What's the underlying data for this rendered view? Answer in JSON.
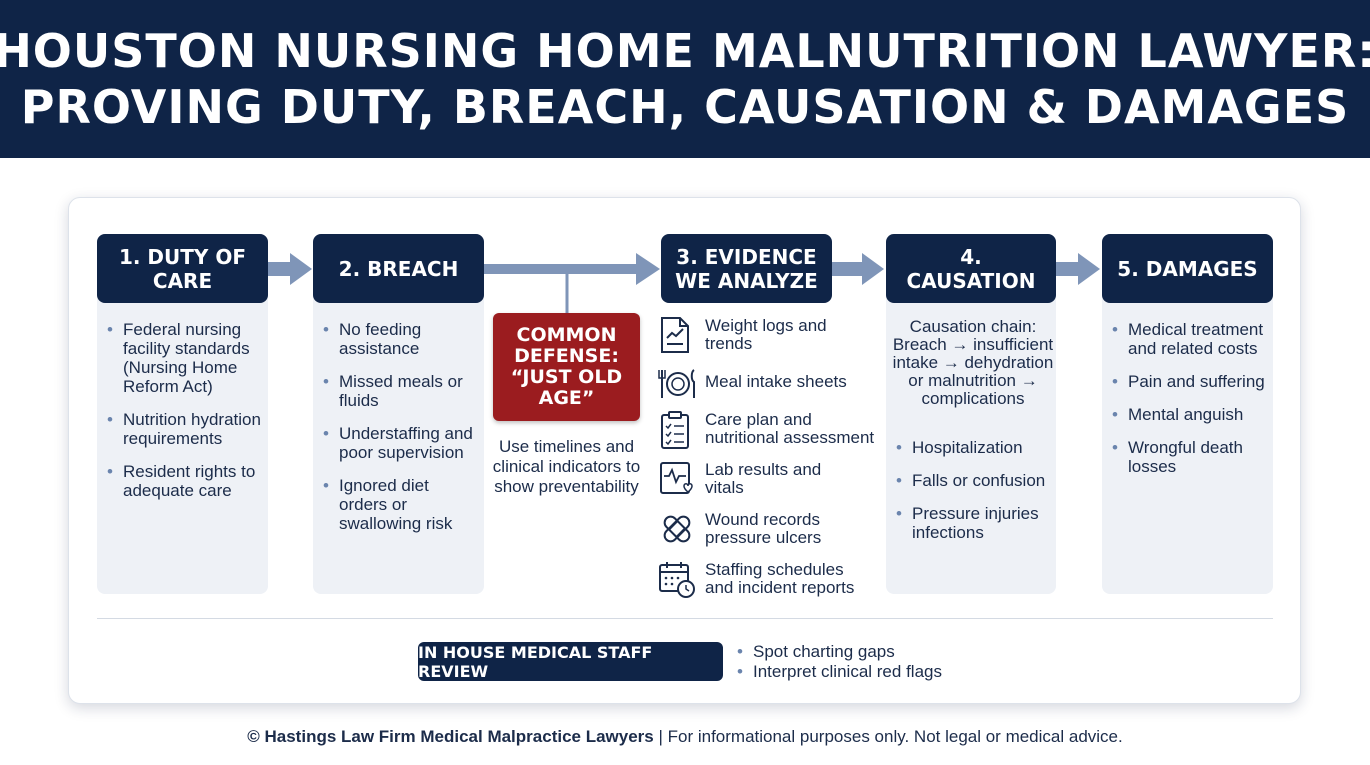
{
  "header": {
    "title_line1": "HOUSTON NURSING HOME MALNUTRITION LAWYER:",
    "title_line2": "PROVING DUTY, BREACH, CAUSATION & DAMAGES"
  },
  "steps": [
    {
      "title": "1. DUTY OF CARE",
      "bullets": [
        "Federal nursing facility standards (Nursing Home Reform Act)",
        "Nutrition hydration requirements",
        "Resident rights to adequate care"
      ]
    },
    {
      "title": "2. BREACH",
      "bullets": [
        "No feeding assistance",
        "Missed meals or fluids",
        "Understaffing and poor supervision",
        "Ignored diet orders or swallowing risk"
      ]
    },
    {
      "title": "3. EVIDENCE WE ANALYZE",
      "items": [
        {
          "icon": "chart-document-icon",
          "text": "Weight logs and trends"
        },
        {
          "icon": "plate-utensils-icon",
          "text": "Meal intake sheets"
        },
        {
          "icon": "clipboard-checklist-icon",
          "text": "Care plan and nutritional assessment"
        },
        {
          "icon": "heart-monitor-icon",
          "text": "Lab results and vitals"
        },
        {
          "icon": "bandage-icon",
          "text": "Wound records pressure ulcers"
        },
        {
          "icon": "calendar-clock-icon",
          "text": "Staffing schedules and incident reports"
        }
      ]
    },
    {
      "title": "4. CAUSATION",
      "intro": "Causation chain: Breach → insufficient intake → dehydration or malnutrition → complications",
      "bullets": [
        "Hospitalization",
        "Falls or confusion",
        "Pressure injuries infections"
      ]
    },
    {
      "title": "5. DAMAGES",
      "bullets": [
        "Medical treatment and related costs",
        "Pain and suffering",
        "Mental anguish",
        "Wrongful death losses"
      ]
    }
  ],
  "defense": {
    "label": "COMMON DEFENSE: “JUST OLD AGE”",
    "response": "Use timelines and clinical indicators to show preventability"
  },
  "review": {
    "label": "IN HOUSE MEDICAL STAFF REVIEW",
    "points": [
      "Spot charting gaps",
      "Interpret clinical red flags"
    ]
  },
  "footer": {
    "firm": "© Hastings Law Firm Medical Malpractice Lawyers",
    "disclaimer": " | For informational purposes only. Not legal or medical advice."
  },
  "colors": {
    "navy": "#0f2447",
    "defense_red": "#9b1c1f",
    "arrow_steel": "#7f95b8",
    "column_bg": "#eef1f6"
  }
}
